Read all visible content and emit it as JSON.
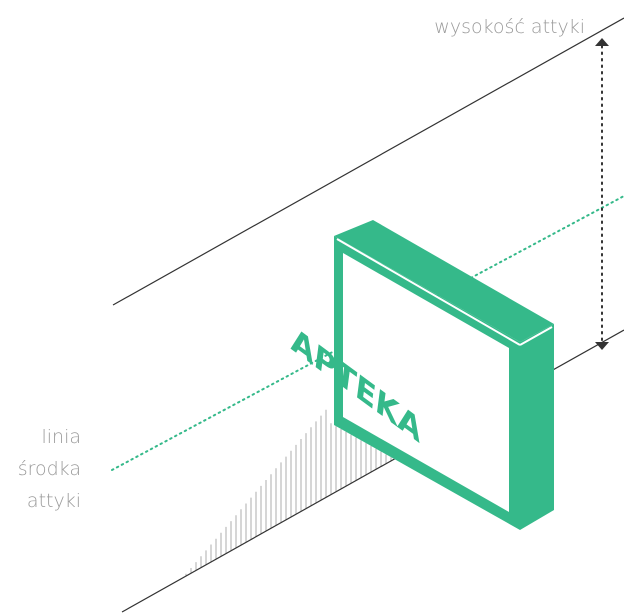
{
  "labels": {
    "top_right": "wysokość attyki",
    "left": [
      "linia",
      "środka",
      "attyki"
    ]
  },
  "sign": {
    "text": "APTEKA"
  },
  "colors": {
    "accent": "#35b98a",
    "line": "#333333",
    "label": "#9a9a9a",
    "hatch": "#9a9a9a",
    "sign_face": "#ffffff"
  }
}
